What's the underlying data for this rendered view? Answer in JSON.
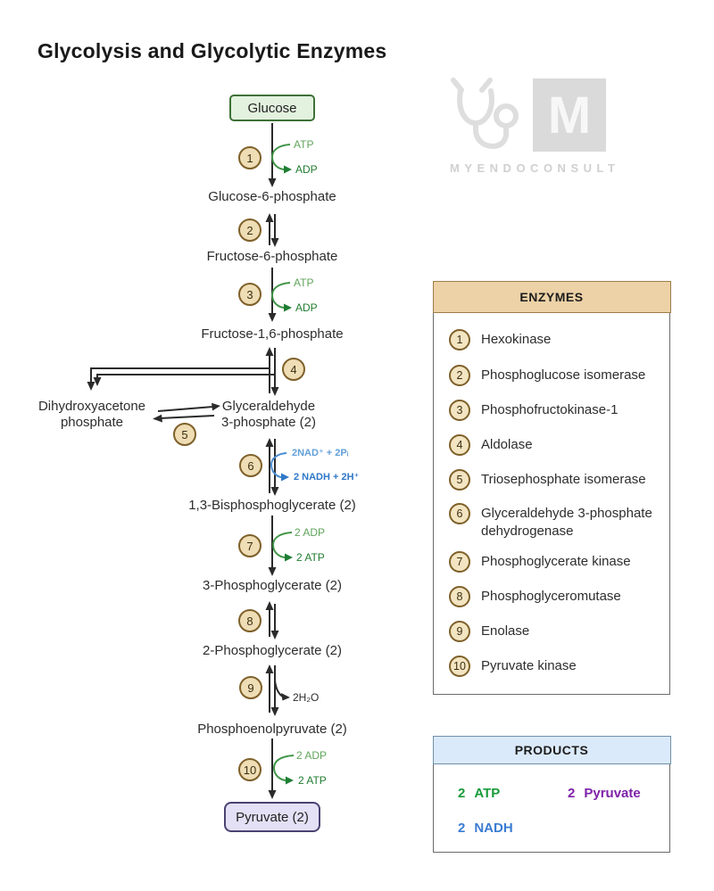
{
  "title": "Glycolysis and Glycolytic Enzymes",
  "watermark": {
    "monogram": "M",
    "brand": "MYENDOCONSULT"
  },
  "pathway": {
    "glucose": "Glucose",
    "pyruvate": "Pyruvate (2)",
    "metabolites": {
      "g6p": "Glucose-6-phosphate",
      "f6p": "Fructose-6-phosphate",
      "f16p": "Fructose-1,6-phosphate",
      "dhap_line1": "Dihydroxyacetone",
      "dhap_line2": "phosphate",
      "g3p_line1": "Glyceraldehyde",
      "g3p_line2": "3-phosphate (2)",
      "bpg": "1,3-Bisphosphoglycerate (2)",
      "pg3": "3-Phosphoglycerate (2)",
      "pg2": "2-Phosphoglycerate (2)",
      "pep": "Phosphoenolpyruvate (2)"
    },
    "steps": {
      "s1": "1",
      "s2": "2",
      "s3": "3",
      "s4": "4",
      "s5": "5",
      "s6": "6",
      "s7": "7",
      "s8": "8",
      "s9": "9",
      "s10": "10"
    },
    "cofactors": {
      "s1_in": "ATP",
      "s1_out": "ADP",
      "s3_in": "ATP",
      "s3_out": "ADP",
      "s6_in": "2NAD⁺ + 2Pᵢ",
      "s6_out": "2 NADH + 2H⁺",
      "s7_in": "2 ADP",
      "s7_out": "2 ATP",
      "s9_out": "2H₂O",
      "s10_in": "2 ADP",
      "s10_out": "2 ATP"
    }
  },
  "enzymes": {
    "header": "ENZYMES",
    "items": [
      {
        "num": "1",
        "name": "Hexokinase"
      },
      {
        "num": "2",
        "name": "Phosphoglucose isomerase"
      },
      {
        "num": "3",
        "name": "Phosphofructokinase-1"
      },
      {
        "num": "4",
        "name": "Aldolase"
      },
      {
        "num": "5",
        "name": "Triosephosphate isomerase"
      },
      {
        "num": "6",
        "name_line1": "Glyceraldehyde 3-phosphate",
        "name_line2": "dehydrogenase"
      },
      {
        "num": "7",
        "name": "Phosphoglycerate kinase"
      },
      {
        "num": "8",
        "name": "Phosphoglyceromutase"
      },
      {
        "num": "9",
        "name": "Enolase"
      },
      {
        "num": "10",
        "name": "Pyruvate kinase"
      }
    ]
  },
  "products": {
    "header": "PRODUCTS",
    "items": [
      {
        "qty": "2",
        "name": "ATP",
        "color": "#189a3a"
      },
      {
        "qty": "2",
        "name": "Pyruvate",
        "color": "#7e22a8"
      },
      {
        "qty": "2",
        "name": "NADH",
        "color": "#3b7cd3"
      }
    ]
  },
  "colors": {
    "cofactor_green_in": "#5fa55a",
    "cofactor_green_out": "#207c2f",
    "cofactor_blue_in": "#63a0d8",
    "cofactor_blue_out": "#2f78c8",
    "step_circle_fill": "#efddb5",
    "step_circle_border": "#7e6029",
    "glucose_fill": "#e3f1df",
    "glucose_border": "#3e7137",
    "pyruvate_fill": "#e4e0f6",
    "pyruvate_border": "#4a4372",
    "enzymes_header_fill": "#ecd2a6",
    "enzymes_header_border": "#9c7c4b",
    "products_header_fill": "#dbeafa",
    "products_header_border": "#6e90ab"
  }
}
